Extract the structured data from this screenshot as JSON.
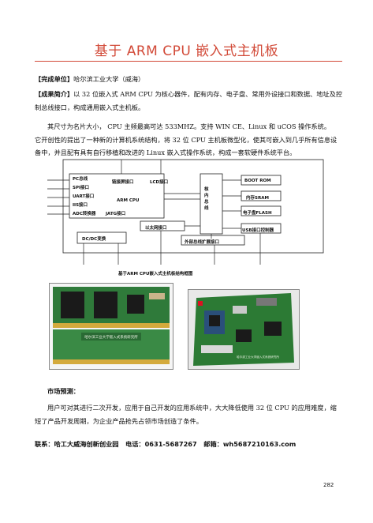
{
  "title": "基于 ARM CPU 嵌入式主机板",
  "unit": {
    "label": "【完成单位】",
    "value": "哈尔滨工业大学（威海）"
  },
  "brief": {
    "label": "【成果简介】",
    "line1": "以 32 位嵌入式 ARM CPU 为核心器件，配有内存、电子盘、常用外设接口和数据、地址及控",
    "line2": "制总线接口，构成通用嵌入式主机板。"
  },
  "para2": {
    "line1": "其尺寸为名片大小， CPU 主频最高可达 533MHZ。支持 WIN CE、Linux 和 uCOS 操作系统。",
    "line2": "它开创性的提出了一种新的计算机系统结构，将 32 位 CPU 主机板微型化，使其可嵌入到几乎所有信息设",
    "line3": "备中，并且配有具有自行移植和改进的 Linux 嵌入式操作系统，构成一套软硬件系统平台。"
  },
  "diagram": {
    "left_ports": [
      "PC总线",
      "SPI接口",
      "UART接口",
      "IIS接口",
      "ADC转换器"
    ],
    "cpu_block": {
      "top_left": "链接屏接口",
      "top_right": "LCD接口",
      "center": "ARM CPU",
      "bottom": "JATG接口"
    },
    "bus_label": "核内总线",
    "right_blocks": [
      "BOOT ROM",
      "内存SRAM",
      "电子盘FLASH",
      "USB接口控制器"
    ],
    "eth": "以太网接口",
    "dcdc": "DC/DC变换",
    "ext": "外部总线扩展接口",
    "caption": "基于ARM CPU嵌入式主机板结构框图"
  },
  "photo_left": {
    "silk": "哈尔滨工业大学嵌入式系统研究所"
  },
  "photo_right": {
    "silk": "哈尔滨工业大学嵌入式系统研究所"
  },
  "market": {
    "heading": "市场预测：",
    "line1": "用户可对其进行二次开发，应用于自己开发的应用系统中，大大降低使用 32 位 CPU 的应用难度，缩",
    "line2": "短了产品开发周期，为企业产品抢先占领市场创造了条件。"
  },
  "contact": {
    "label": "联系：",
    "org": "哈工大威海创新创业园",
    "phone_label": "电话：",
    "phone": "0631-5687267",
    "email_label": "邮箱：",
    "email": "wh5687210163.com"
  },
  "page_number": "282",
  "colors": {
    "title": "#d24a38",
    "pcb_green": "#2f7a3a",
    "pcb_dark": "#1f4f2a",
    "chip": "#1a1a1a"
  }
}
